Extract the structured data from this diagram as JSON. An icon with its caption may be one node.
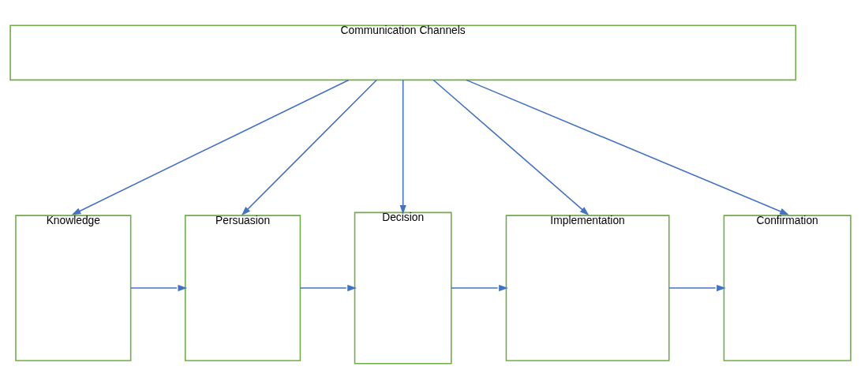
{
  "diagram": {
    "nodes": [
      {
        "text": [
          "Communication Channels"
        ]
      },
      {
        "text": [
          "Knowledge"
        ]
      },
      {
        "text": [
          "Persuasion"
        ]
      },
      {
        "text": [
          "Decision"
        ]
      },
      {
        "text": [
          "Implementation"
        ]
      },
      {
        "text": [
          "Confirmation"
        ]
      }
    ],
    "edges": [
      {
        "from": 0,
        "to": 1,
        "arrow": "to"
      },
      {
        "from": 0,
        "to": 2,
        "arrow": "to"
      },
      {
        "from": 0,
        "to": 3,
        "arrow": "to"
      },
      {
        "from": 0,
        "to": 4,
        "arrow": "to"
      },
      {
        "from": 0,
        "to": 5,
        "arrow": "to"
      },
      {
        "from": 1,
        "to": 2,
        "arrow": "to"
      },
      {
        "from": 2,
        "to": 3,
        "arrow": "to"
      },
      {
        "from": 3,
        "to": 4,
        "arrow": "to"
      },
      {
        "from": 4,
        "to": 5,
        "arrow": "to"
      }
    ]
  }
}
